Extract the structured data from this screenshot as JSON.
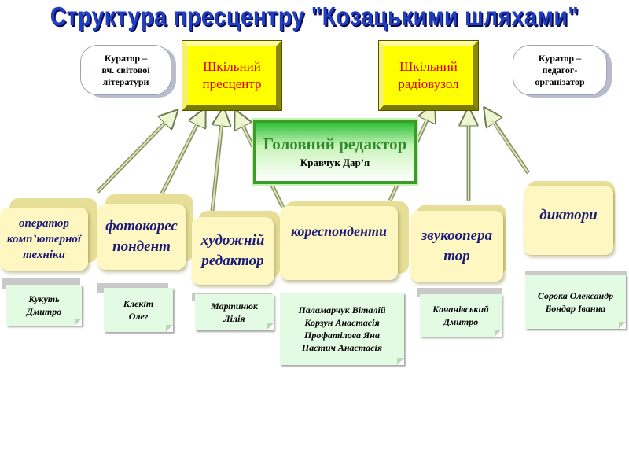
{
  "title": "Структура пресцентру \"Козацькими шляхами\"",
  "curators": [
    {
      "label": "Куратор –\nвч. світової\nлітератури"
    },
    {
      "label": "Куратор –\nпедагог-\nорганізатор"
    }
  ],
  "centers": [
    {
      "label": "Шкільний\nпресцентр"
    },
    {
      "label": "Шкільний\nрадіовузол"
    }
  ],
  "editor": {
    "role": "Головний редактор",
    "name": "Кравчук Дар’я"
  },
  "roles": [
    {
      "label": "оператор\nкомп’ютерної\nтехніки",
      "names": "Кукуть\nДмитро"
    },
    {
      "label": "фотокорес\nпондент",
      "names": "Клекіт\nОлег"
    },
    {
      "label": "художній\nредактор",
      "names": "Мартинюк\nЛілія"
    },
    {
      "label": "кореспонденти",
      "names": "Паламарчук Віталій\nКорзун Анастасія\nПрофатілова Яна\nНастич Анастасія"
    },
    {
      "label": "звукоопера\nтор",
      "names": "Качанівський\nДмитро"
    },
    {
      "label": "диктори",
      "names": "Сорока Олександр\nБондар Іванна"
    }
  ],
  "colors": {
    "title": "#1f3fc4",
    "center_fill": "#ffff00",
    "center_text": "#e00000",
    "editor_text": "#2d8a2d",
    "role_text": "#1a1a78",
    "note_fill": "#e3fbe3"
  }
}
